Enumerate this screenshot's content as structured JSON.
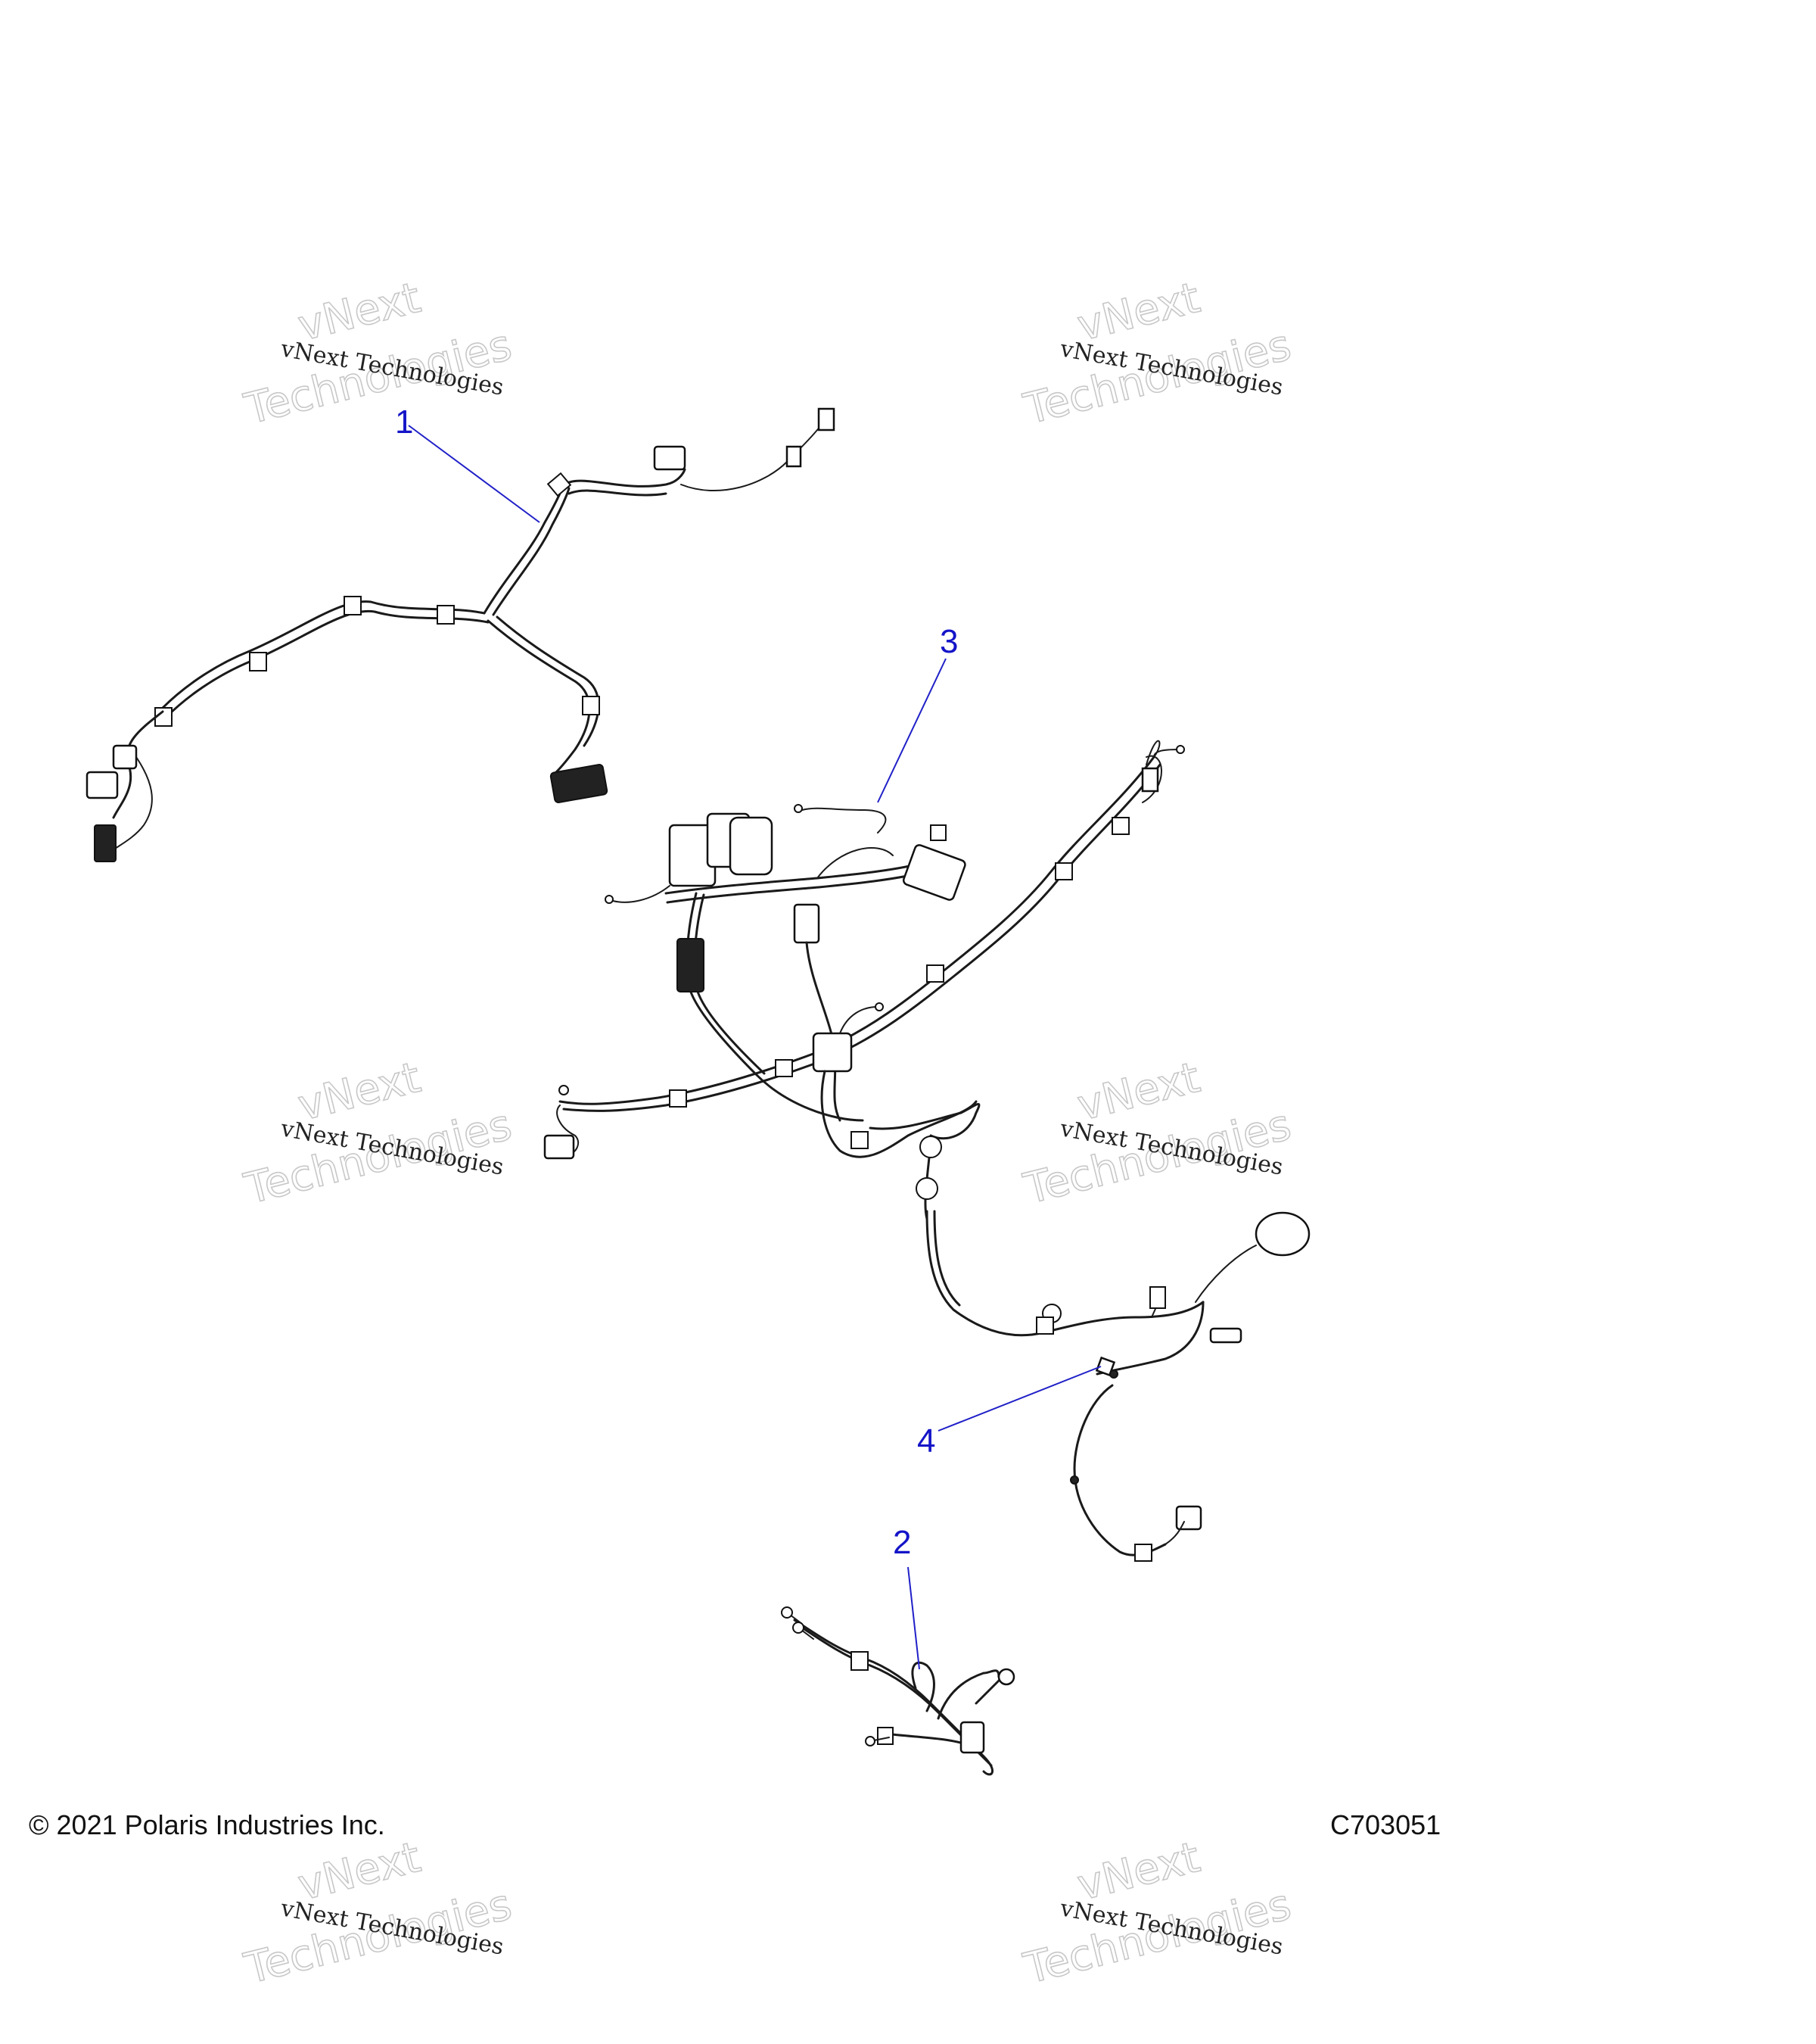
{
  "callouts": [
    {
      "label": "1",
      "part": "harness-1"
    },
    {
      "label": "2",
      "part": "harness-2"
    },
    {
      "label": "3",
      "part": "harness-3"
    },
    {
      "label": "4",
      "part": "harness-4"
    }
  ],
  "footer": {
    "copyright": "© 2021 Polaris Industries Inc.",
    "figure_id": "C703051"
  },
  "watermark": {
    "line1": "vNext Technologies",
    "line2": "vNext",
    "line3": "Technologies"
  },
  "colors": {
    "callout": "#1414c8",
    "line_art": "#1a1a1a",
    "watermark": "#c8c8c8"
  }
}
